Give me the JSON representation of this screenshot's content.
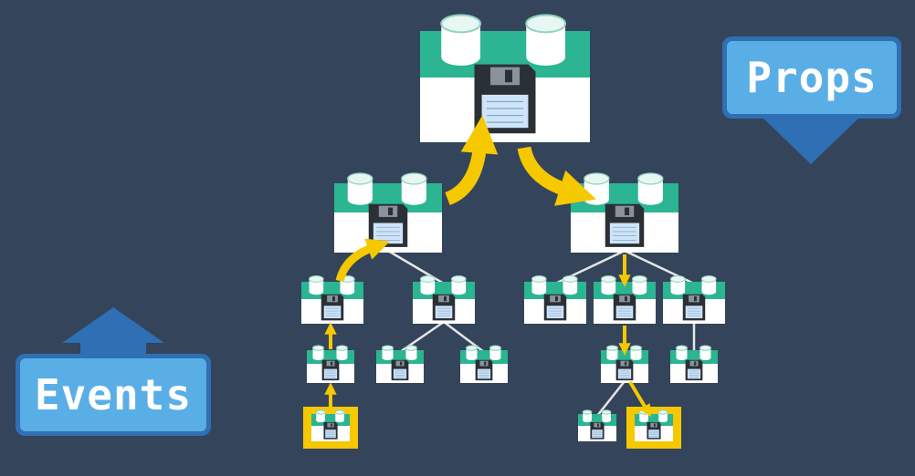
{
  "labels": {
    "props": "Props",
    "events": "Events"
  },
  "colors": {
    "background": "#34445a",
    "component_green": "#2bb592",
    "component_white": "#ffffff",
    "arrow_yellow": "#f5c800",
    "connector_line": "#e6e6e6",
    "label_dark_blue": "#2f6fb3",
    "label_light_blue": "#5aaee6"
  },
  "icons": [
    "database-cylinder-icon",
    "floppy-disk-icon",
    "arrow-up-icon",
    "arrow-down-icon"
  ],
  "tree": {
    "root": "root",
    "nodes": [
      {
        "id": "root",
        "parent": null,
        "tier": 0
      },
      {
        "id": "l1-left",
        "parent": "root",
        "tier": 1
      },
      {
        "id": "l1-right",
        "parent": "root",
        "tier": 1
      },
      {
        "id": "l2-ll",
        "parent": "l1-left",
        "tier": 2
      },
      {
        "id": "l2-lr",
        "parent": "l1-left",
        "tier": 2
      },
      {
        "id": "l2-rl",
        "parent": "l1-right",
        "tier": 2
      },
      {
        "id": "l2-rm",
        "parent": "l1-right",
        "tier": 2
      },
      {
        "id": "l2-rr",
        "parent": "l1-right",
        "tier": 2
      },
      {
        "id": "l3-ll",
        "parent": "l2-ll",
        "tier": 3
      },
      {
        "id": "l3-lrl",
        "parent": "l2-lr",
        "tier": 3
      },
      {
        "id": "l3-lrr",
        "parent": "l2-lr",
        "tier": 3
      },
      {
        "id": "l3-rm",
        "parent": "l2-rm",
        "tier": 3
      },
      {
        "id": "l3-rr",
        "parent": "l2-rr",
        "tier": 3
      },
      {
        "id": "l4-ll",
        "parent": "l3-ll",
        "tier": 4,
        "highlighted": true
      },
      {
        "id": "l4-rml",
        "parent": "l3-rm",
        "tier": 4
      },
      {
        "id": "l4-rmr",
        "parent": "l3-rm",
        "tier": 4,
        "highlighted": true
      }
    ],
    "event_path": [
      "l4-ll",
      "l3-ll",
      "l2-ll",
      "l1-left",
      "root"
    ],
    "props_path": [
      "root",
      "l1-right",
      "l2-rm",
      "l3-rm",
      "l4-rmr"
    ]
  }
}
